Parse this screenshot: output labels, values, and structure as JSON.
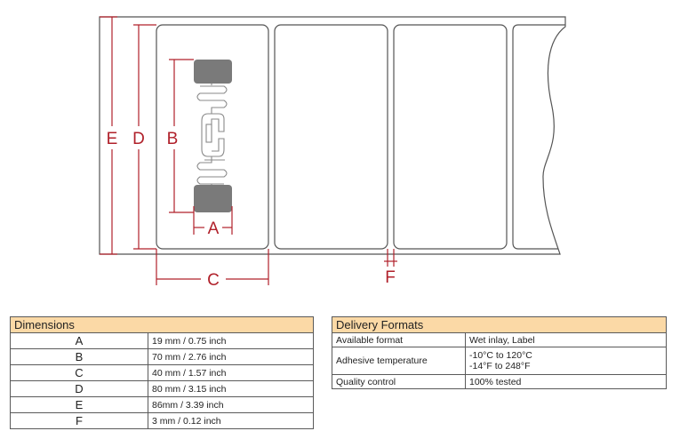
{
  "diagram": {
    "labels": {
      "a": "A",
      "b": "B",
      "c": "C",
      "d": "D",
      "e": "E",
      "f": "F"
    }
  },
  "dimensions": {
    "title": "Dimensions",
    "rows": [
      {
        "key": "A",
        "value": "19 mm / 0.75 inch"
      },
      {
        "key": "B",
        "value": "70 mm / 2.76 inch"
      },
      {
        "key": "C",
        "value": "40 mm / 1.57 inch"
      },
      {
        "key": "D",
        "value": "80 mm / 3.15 inch"
      },
      {
        "key": "E",
        "value": "86mm / 3.39 inch"
      },
      {
        "key": "F",
        "value": "3 mm / 0.12 inch"
      }
    ]
  },
  "delivery": {
    "title": "Delivery Formats",
    "available_format": {
      "label": "Available format",
      "value": "Wet inlay, Label"
    },
    "adhesive_temperature": {
      "label": "Adhesive temperature",
      "line1": "-10°C to 120°C",
      "line2": "-14°F to 248°F"
    },
    "quality_control": {
      "label": "Quality control",
      "value": "100% tested"
    }
  },
  "colors": {
    "dimension_lines": "#b0202a",
    "table_header": "#fbd9a6",
    "chip": "#7a7a7a",
    "outline": "#555555"
  }
}
